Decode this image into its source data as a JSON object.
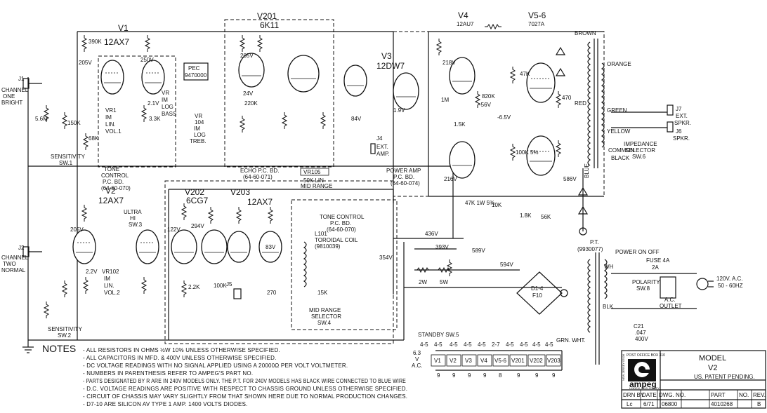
{
  "tubes": {
    "v1": {
      "ref": "V1",
      "type": "12AX7"
    },
    "v2": {
      "ref": "V2",
      "type": "12AX7"
    },
    "v201": {
      "ref": "V201",
      "type": "6K11"
    },
    "v202": {
      "ref": "V202",
      "type": "6CG7"
    },
    "v203": {
      "ref": "V203",
      "type": "12AX7"
    },
    "v3": {
      "ref": "V3",
      "type": "12DW7"
    },
    "v4": {
      "ref": "V4",
      "type": "12AU7"
    },
    "v56": {
      "ref": "V5-6",
      "type": "7027A"
    }
  },
  "inputs": {
    "j1": {
      "ref": "J1",
      "line1": "CHANNEL",
      "line2": "ONE",
      "line3": "BRIGHT"
    },
    "j2": {
      "ref": "J2",
      "line1": "CHANNEL",
      "line2": "TWO",
      "line3": "NORMAL"
    }
  },
  "controls": {
    "vr1": {
      "ref": "VR1",
      "line1": "IM",
      "line2": "LIN.",
      "line3": "VOL.1"
    },
    "vr102": {
      "ref": "VR102",
      "line1": "IM",
      "line2": "LIN.",
      "line3": "VOL.2"
    },
    "vr105": {
      "ref": "VR105",
      "line1": "50K LIN",
      "line2": "MID RANGE"
    },
    "sens1": {
      "line1": "SENSITIVITY",
      "line2": "SW.1"
    },
    "sens2": {
      "line1": "SENSITIVITY",
      "line2": "SW.2"
    },
    "ultrahi": {
      "line1": "ULTRA",
      "line2": "HI",
      "line3": "SW.3"
    },
    "midrange": {
      "line1": "MID RANGE",
      "line2": "SELECTOR",
      "line3": "SW.4"
    },
    "standby": "STANDBY SW.5",
    "polarity": {
      "line1": "POLARITY",
      "line2": "SW.8"
    },
    "impedance": {
      "line1": "IMPEDANCE",
      "line2": "SELECTOR",
      "line3": "SW.6"
    },
    "power": "POWER ON OFF",
    "fuse": "FUSE 4A",
    "fuse_val": "2A"
  },
  "boards": {
    "tone1": {
      "line1": "TONE",
      "line2": "CONTROL",
      "line3": "P.C. BD.",
      "line4": "(64-60-070)"
    },
    "echo": {
      "line1": "ECHO P.C. BD.",
      "line2": "(64-60-071)"
    },
    "tone2": {
      "line1": "TONE CONTROL",
      "line2": "P.C. BD.",
      "line3": "(64-60-070)"
    },
    "power": {
      "line1": "POWER AMP",
      "line2": "P.C. BD.",
      "line3": "(64-60-074)"
    }
  },
  "misc": {
    "toroidal": {
      "line1": "L101",
      "line2": "TOROIDAL COIL",
      "line3": "(9810039)"
    },
    "j4": {
      "line1": "J4",
      "line2": "EXT.",
      "line3": "AMP."
    },
    "j5": "J5",
    "j7": {
      "line1": "J7",
      "line2": "EXT.",
      "line3": "SPKR."
    },
    "j6": {
      "line1": "J6",
      "line2": "SPKR."
    },
    "pt": {
      "line1": "P.T.",
      "line2": "(9930077)"
    },
    "ac": {
      "line1": "120V. A.C.",
      "line2": "50 - 60HZ"
    },
    "outlet": {
      "line1": "A.C.",
      "line2": "OUTLET"
    },
    "bridge": {
      "line1": "D1-4",
      "line2": "F10"
    },
    "pec": {
      "line1": "PEC",
      "line2": "9470000"
    },
    "bass": {
      "line1": "VR",
      "line2": "IM",
      "line3": "LOG",
      "line4": "BASS"
    },
    "treble": {
      "line1": "VR",
      "line2": "104",
      "line3": "IM",
      "line4": "LOG",
      "line5": "TREB."
    },
    "c21": {
      "line1": "C21",
      "line2": ".047",
      "line3": "400V"
    }
  },
  "transformer_colors": [
    "BROWN",
    "ORANGE",
    "GREEN",
    "YELLOW",
    "COMMON",
    "BLACK",
    "RED",
    "BLUE",
    "WH",
    "BLK",
    "GRN. WHT."
  ],
  "voltages": [
    "205V",
    "250V",
    "205V",
    "122V",
    "294V",
    "205V",
    "354V",
    "218V",
    "216V",
    "586V",
    "436V",
    "393V",
    "589V",
    "594V",
    "2.2V",
    "2.1V",
    "24V",
    "83V",
    "1.9V",
    "84V",
    "-6.5V",
    "-56V"
  ],
  "resistors": [
    "390K",
    "5.6M",
    "3.3K",
    "150K",
    "100K",
    "220K",
    "2.2K",
    "47K",
    "1M",
    "470",
    "820K",
    "1.5K",
    "68K",
    "10K",
    "2W",
    "5W",
    "100K 5%",
    "47K 1W 5%",
    "1.8K",
    "15K",
    "270",
    "56K"
  ],
  "heater_chain": {
    "top": [
      "4-5",
      "4-5",
      "4-5",
      "4-5",
      "4-5",
      "2-7",
      "4-5",
      "4-5",
      "4-5",
      "4-5"
    ],
    "tubes": [
      "V1",
      "V2",
      "V3",
      "V4",
      "V5-6",
      "V201",
      "V202",
      "V203"
    ],
    "bottom": [
      "9",
      "9",
      "9",
      "9",
      "8",
      "9",
      "9",
      "9"
    ],
    "pilot": {
      "line1": "6.3",
      "line2": "V",
      "line3": "A.C."
    }
  },
  "notes": {
    "title": "NOTES",
    "lines": [
      "- ALL RESISTORS IN OHMS ½W 10% UNLESS OTHERWISE SPECIFIED.",
      "- ALL CAPACITORS IN MFD. & 400V UNLESS OTHERWISE SPECIFIED.",
      "- DC VOLTAGE READINGS WITH NO SIGNAL APPLIED USING A 20000Ω PER VOLT VOLTMETER.",
      "- NUMBERS IN PARENTHESIS REFER TO AMPEG'S PART NO.",
      "- PARTS DESIGNATED BY R ARE IN 240V MODELS ONLY. THE P.T. FOR 240V MODELS HAS BLACK WIRE CONNECTED TO BLUE WIRE",
      "- D.C. VOLTAGE READINGS ARE POSITIVE WITH RESPECT TO CHASSIS GROUND UNLESS OTHERWISE SPECIFIED.",
      "- CIRCUIT OF CHASSIS MAY VARY SLIGHTLY FROM THAT SHOWN HERE DUE TO NORMAL PRODUCTION CHANGES.",
      "- D7-10 ARE SILICON AV TYPE 1 AMP. 1400 VOLTS DIODES."
    ]
  },
  "title_block": {
    "model_label": "MODEL",
    "model": "V2",
    "patent": "US. PATENT PENDING.",
    "brand": "ampeg",
    "city": "LINDEN, NEW JERSEY",
    "office": "POST OFFICE BOX 310",
    "zip": "NEW JERSEY 07036",
    "headers": [
      "DRN BY",
      "DATE",
      "DWG. NO.",
      "PART",
      "NO.",
      "REV."
    ],
    "values": [
      "Lc",
      "6/71",
      "06800",
      "4010268",
      "",
      "B"
    ]
  }
}
